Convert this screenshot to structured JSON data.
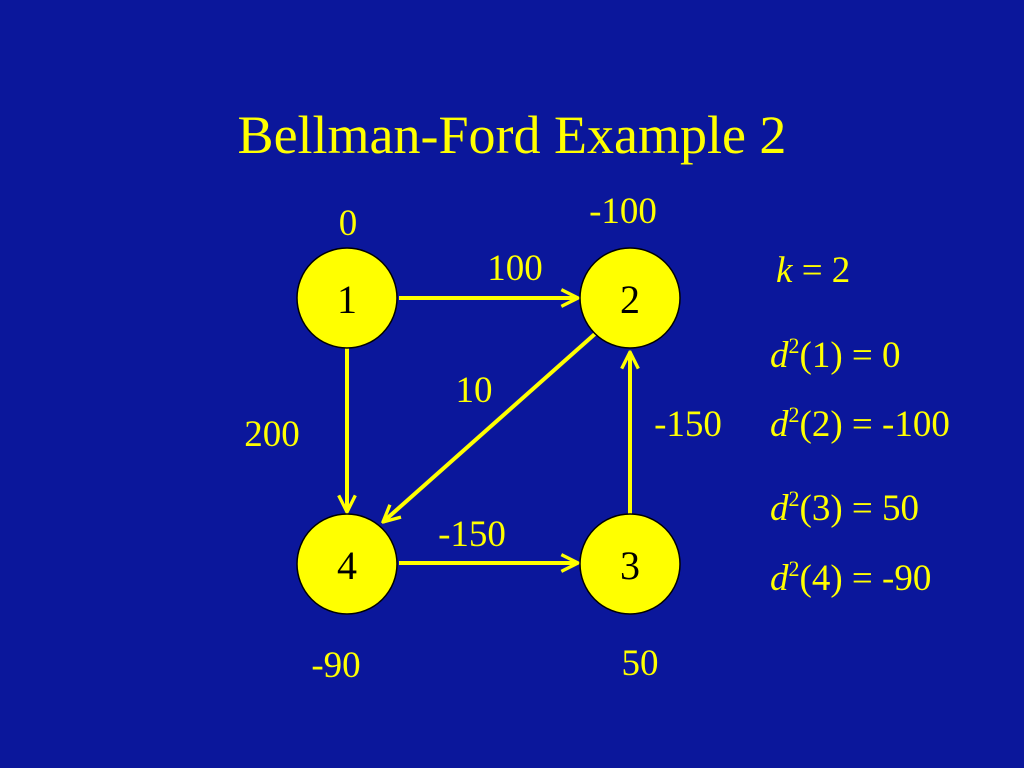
{
  "title": "Bellman-Ford  Example 2",
  "colors": {
    "background": "#0b179b",
    "accent": "#ffff00",
    "node_text": "#000000"
  },
  "graph": {
    "nodes": [
      {
        "id": "1",
        "label": "1",
        "distance": "0"
      },
      {
        "id": "2",
        "label": "2",
        "distance": "-100"
      },
      {
        "id": "3",
        "label": "3",
        "distance": "50"
      },
      {
        "id": "4",
        "label": "4",
        "distance": "-90"
      }
    ],
    "edges": [
      {
        "from": "1",
        "to": "2",
        "weight": "100"
      },
      {
        "from": "1",
        "to": "4",
        "weight": "200"
      },
      {
        "from": "2",
        "to": "4",
        "weight": "10"
      },
      {
        "from": "3",
        "to": "2",
        "weight": "-150"
      },
      {
        "from": "4",
        "to": "3",
        "weight": "-150"
      }
    ]
  },
  "iteration": {
    "var": "k",
    "rest": " = 2"
  },
  "distances": [
    {
      "sym": "d",
      "sup": "2",
      "rest": "(1) = 0"
    },
    {
      "sym": "d",
      "sup": "2",
      "rest": "(2) = -100"
    },
    {
      "sym": "d",
      "sup": "2",
      "rest": "(3) = 50"
    },
    {
      "sym": "d",
      "sup": "2",
      "rest": "(4) = -90"
    }
  ]
}
